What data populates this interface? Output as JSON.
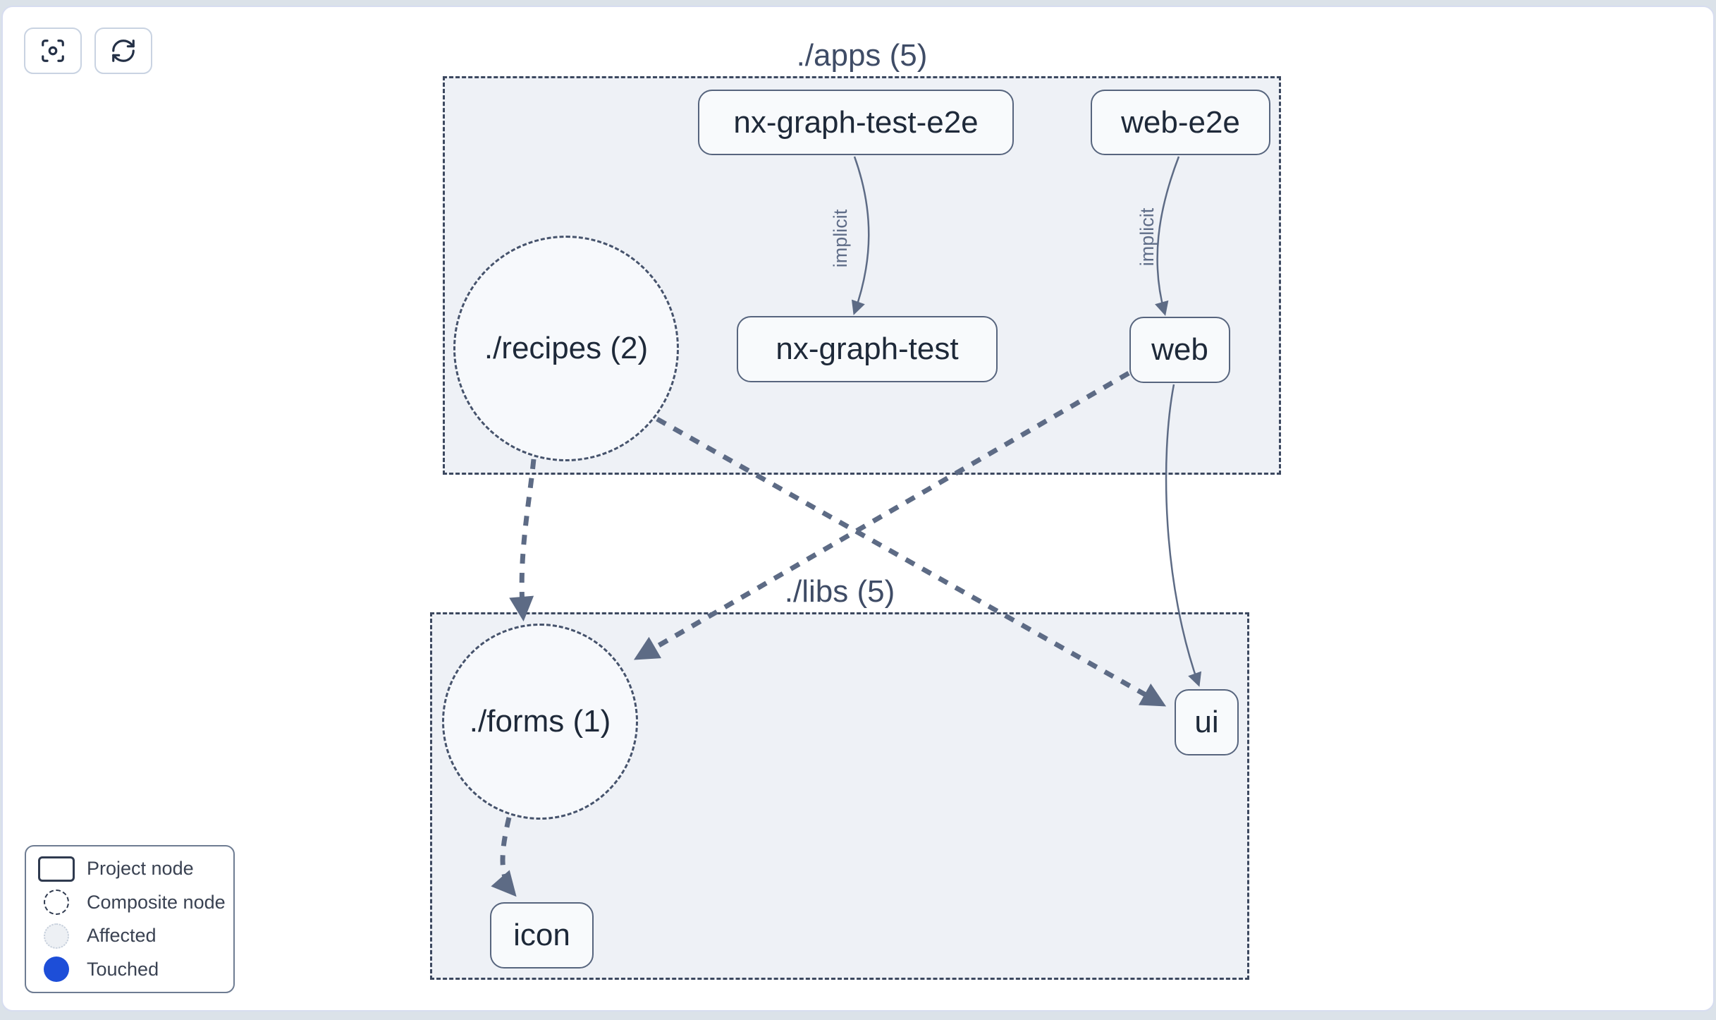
{
  "toolbar": {
    "buttons": [
      {
        "name": "focus",
        "icon": "focus-icon"
      },
      {
        "name": "refresh",
        "icon": "refresh-icon"
      }
    ]
  },
  "graph": {
    "groups": [
      {
        "id": "apps",
        "label": "./apps (5)"
      },
      {
        "id": "libs",
        "label": "./libs (5)"
      }
    ],
    "composites": [
      {
        "id": "recipes",
        "label": "./recipes (2)"
      },
      {
        "id": "forms",
        "label": "./forms (1)"
      }
    ],
    "nodes": [
      {
        "id": "nx-graph-test-e2e",
        "label": "nx-graph-test-e2e"
      },
      {
        "id": "web-e2e",
        "label": "web-e2e"
      },
      {
        "id": "nx-graph-test",
        "label": "nx-graph-test"
      },
      {
        "id": "web",
        "label": "web"
      },
      {
        "id": "ui",
        "label": "ui"
      },
      {
        "id": "icon",
        "label": "icon"
      }
    ],
    "edges": [
      {
        "from": "nx-graph-test-e2e",
        "to": "nx-graph-test",
        "label": "implicit",
        "style": "solid-thin"
      },
      {
        "from": "web-e2e",
        "to": "web",
        "label": "implicit",
        "style": "solid-thin"
      },
      {
        "from": "./recipes",
        "to": "./forms",
        "label": "",
        "style": "dashed-thick"
      },
      {
        "from": "./recipes",
        "to": "ui",
        "label": "",
        "style": "dashed-thick"
      },
      {
        "from": "web",
        "to": "./forms",
        "label": "",
        "style": "dashed-thick"
      },
      {
        "from": "web",
        "to": "ui",
        "label": "",
        "style": "solid-thin"
      },
      {
        "from": "./forms",
        "to": "icon",
        "label": "",
        "style": "dashed-thick"
      }
    ]
  },
  "legend": {
    "items": [
      {
        "label": "Project node",
        "type": "project"
      },
      {
        "label": "Composite node",
        "type": "composite"
      },
      {
        "label": "Affected",
        "type": "affected"
      },
      {
        "label": "Touched",
        "type": "touched"
      }
    ]
  },
  "colors": {
    "edge": "#5d6b85",
    "group_fill": "#eef1f6",
    "group_border": "#3c485f",
    "node_fill": "#f8fafc",
    "node_border": "#57657e",
    "text": "#1e2939",
    "touched_blue": "#1d4ed8",
    "card_border": "#d7ddf0"
  }
}
